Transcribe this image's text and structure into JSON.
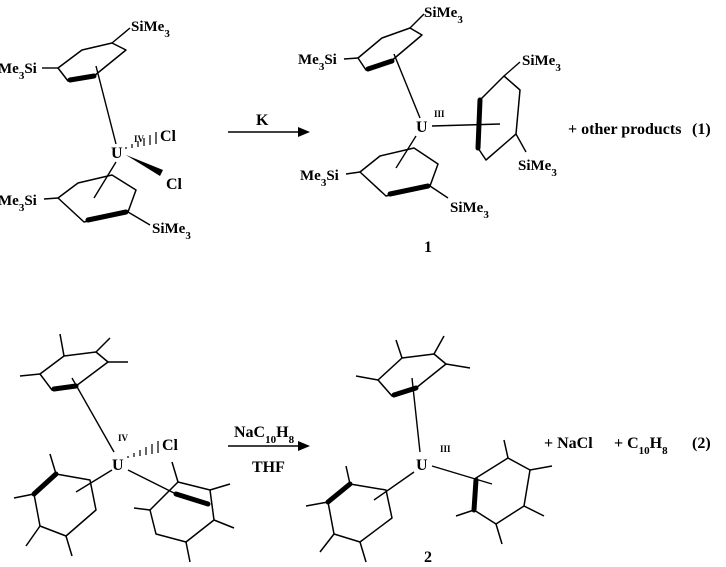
{
  "reaction1": {
    "reactant": {
      "metal": "U",
      "oxidation": "IV",
      "ligands": [
        "Cl",
        "Cl"
      ],
      "substituents": [
        "SiMe3",
        "Me3Si",
        "Me3Si",
        "SiMe3"
      ]
    },
    "reagent": "K",
    "product": {
      "metal": "U",
      "oxidation": "III",
      "substituents": [
        "SiMe3",
        "Me3Si",
        "SiMe3",
        "SiMe3",
        "Me3Si",
        "SiMe3"
      ],
      "number": "1"
    },
    "byproducts": "+  other products",
    "equation_number": "(1)"
  },
  "reaction2": {
    "reactant": {
      "metal": "U",
      "oxidation": "IV",
      "ligand": "Cl"
    },
    "reagent_top": "NaC10H8",
    "reagent_bottom": "THF",
    "product": {
      "metal": "U",
      "oxidation": "III",
      "number": "2"
    },
    "byproduct1": "+ NaCl",
    "byproduct2": "+ C10H8",
    "equation_number": "(2)"
  }
}
